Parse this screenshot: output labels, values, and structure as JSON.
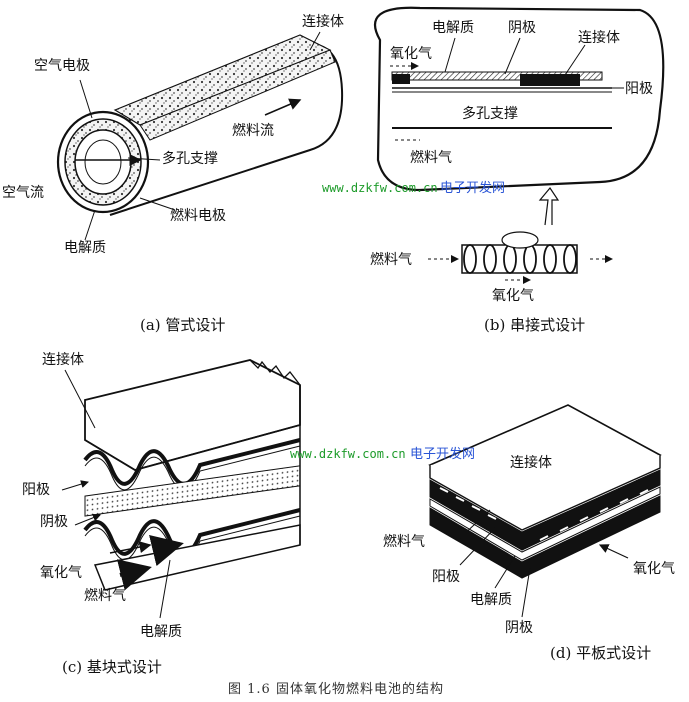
{
  "panels": {
    "a": {
      "caption": "(a)  管式设计",
      "labels": {
        "connector": "连接体",
        "air_electrode": "空气电极",
        "fuel_flow": "燃料流",
        "porous_support": "多孔支撑",
        "air_flow": "空气流",
        "fuel_electrode": "燃料电极",
        "electrolyte": "电解质"
      }
    },
    "b": {
      "caption": "(b) 串接式设计",
      "labels": {
        "electrolyte": "电解质",
        "cathode": "阴极",
        "connector": "连接体",
        "oxidant_gas_top": "氧化气",
        "anode": "阳极",
        "porous_support": "多孔支撑",
        "fuel_gas_inside": "燃料气",
        "fuel_gas": "燃料气",
        "oxidant_gas": "氧化气"
      }
    },
    "c": {
      "caption": "(c) 基块式设计",
      "labels": {
        "connector": "连接体",
        "anode": "阳极",
        "cathode": "阴极",
        "oxidant_gas": "氧化气",
        "fuel_gas": "燃料气",
        "electrolyte": "电解质"
      }
    },
    "d": {
      "caption": "(d)  平板式设计",
      "labels": {
        "connector": "连接体",
        "fuel_gas": "燃料气",
        "anode": "阳极",
        "electrolyte": "电解质",
        "cathode": "阴极",
        "oxidant_gas": "氧化气"
      }
    }
  },
  "figure_caption": "图 1.6   固体氧化物燃料电池的结构",
  "watermarks": [
    {
      "url": "www.dzkfw.com.cn",
      "site": "电子开发网"
    },
    {
      "url": "www.dzkfw.com.cn",
      "site": "电子开发网"
    }
  ]
}
